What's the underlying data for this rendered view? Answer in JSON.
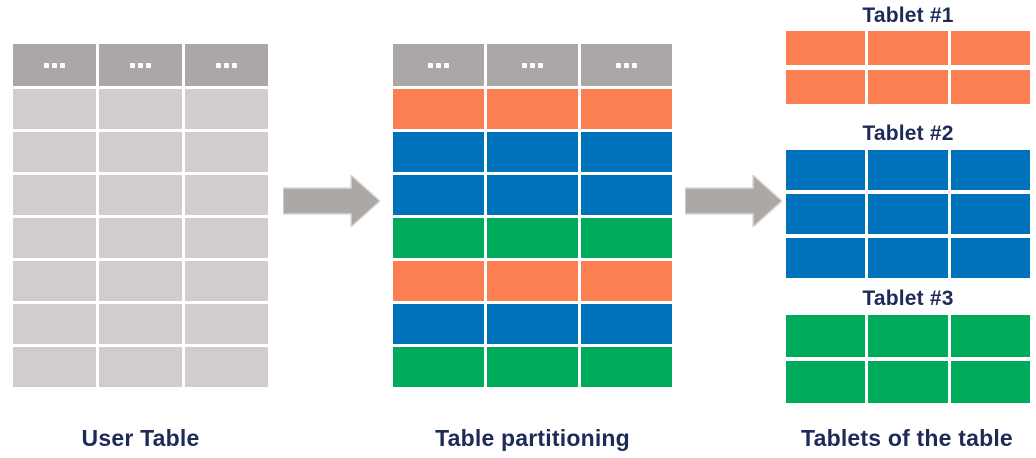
{
  "colors": {
    "header_gray": "#ABA7A7",
    "row_gray": "#D0CDCC",
    "orange": "#FC7F53",
    "blue": "#0071BB",
    "green": "#00AB5B",
    "label_navy": "#1E2A58",
    "arrow_gray": "#ACA8A5",
    "gap_white": "#FFFFFF"
  },
  "user_table": {
    "label": "User Table",
    "columns": 3,
    "header_cells": [
      "...",
      "...",
      "..."
    ],
    "body_row_count": 7
  },
  "partitioned_table": {
    "label": "Table partitioning",
    "columns": 3,
    "header_cells": [
      "...",
      "...",
      "..."
    ],
    "row_colors": [
      "orange",
      "blue",
      "blue",
      "green",
      "orange",
      "blue",
      "green"
    ]
  },
  "tablets": {
    "label": "Tablets of the table",
    "items": [
      {
        "title": "Tablet #1",
        "color": "orange",
        "row_count": 2,
        "columns": 3
      },
      {
        "title": "Tablet #2",
        "color": "blue",
        "row_count": 3,
        "columns": 3
      },
      {
        "title": "Tablet #3",
        "color": "green",
        "row_count": 2,
        "columns": 3
      }
    ]
  },
  "icons": {
    "header_ellipsis": "ellipsis-icon",
    "flow_arrow": "arrow-right-icon"
  }
}
